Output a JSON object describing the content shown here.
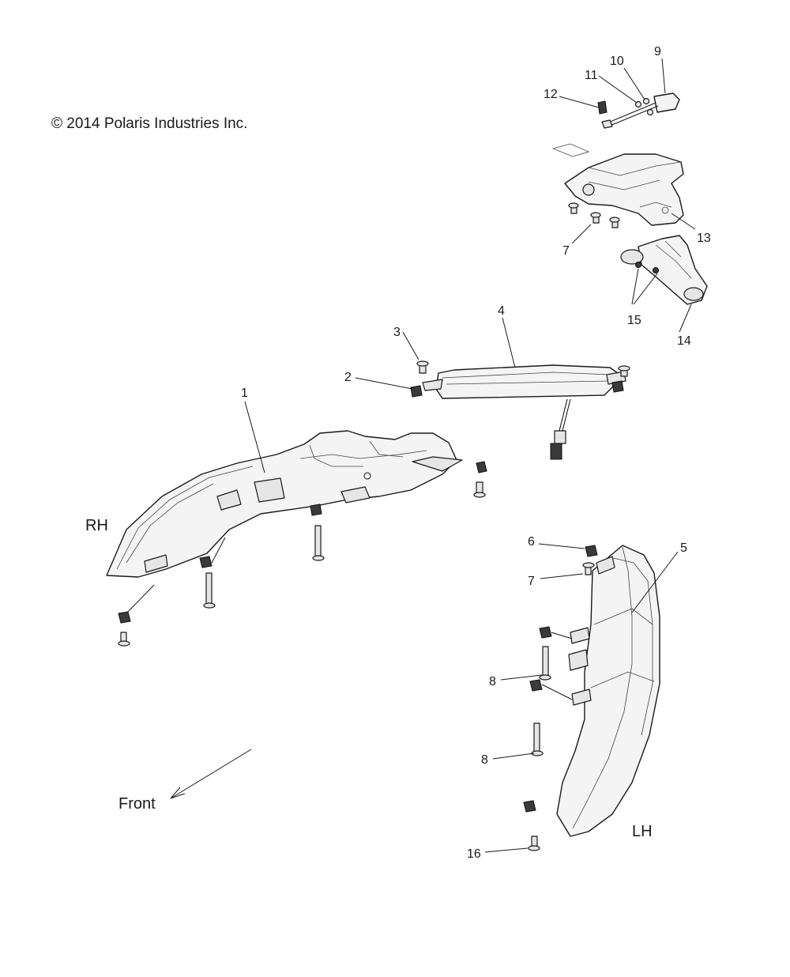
{
  "copyright": "© 2014 Polaris Industries Inc.",
  "side_labels": {
    "right": "RH",
    "left": "LH"
  },
  "direction_label": "Front",
  "callouts": {
    "c1": "1",
    "c2": "2",
    "c3": "3",
    "c4": "4",
    "c5": "5",
    "c6": "6",
    "c7a": "7",
    "c7b": "7",
    "c8a": "8",
    "c8b": "8",
    "c9": "9",
    "c10": "10",
    "c11": "11",
    "c12": "12",
    "c13": "13",
    "c14": "14",
    "c15": "15",
    "c16": "16"
  }
}
